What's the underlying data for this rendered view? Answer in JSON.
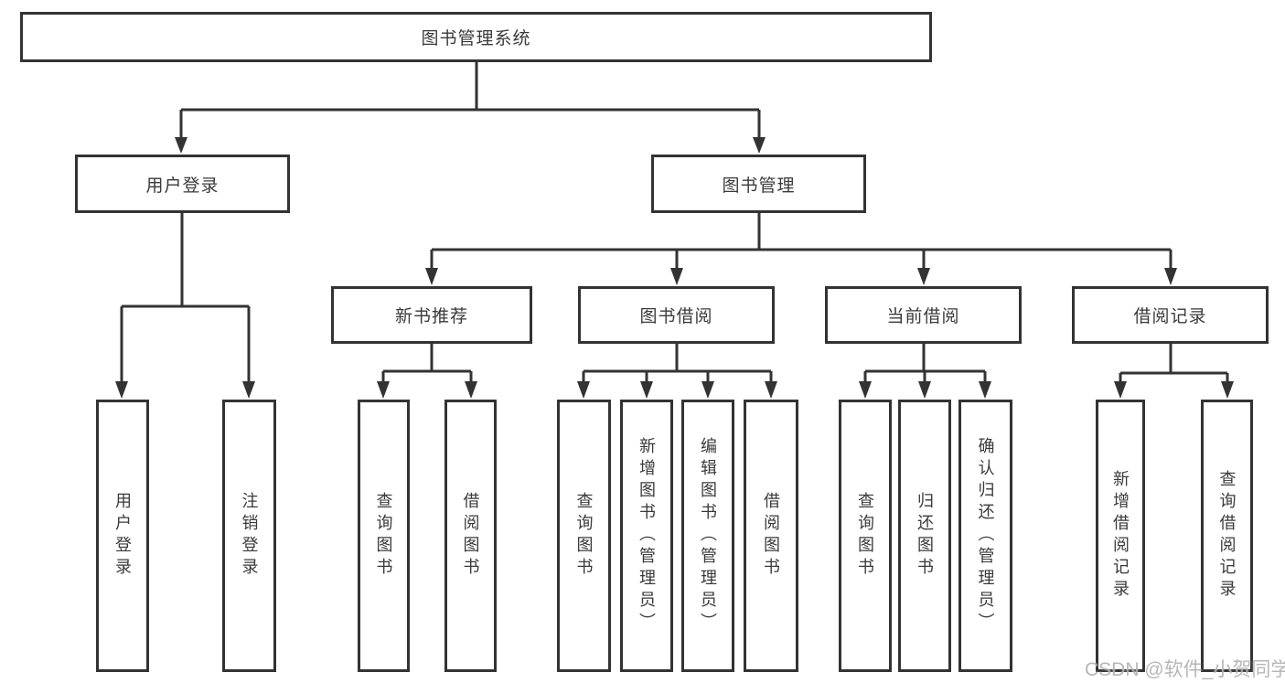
{
  "tree": {
    "root": {
      "label": "图书管理系统"
    },
    "branches": [
      {
        "label": "用户登录",
        "children": [
          {
            "label": "用户登录"
          },
          {
            "label": "注销登录"
          }
        ]
      },
      {
        "label": "图书管理",
        "children": [
          {
            "label": "新书推荐",
            "children": [
              {
                "label": "查询图书"
              },
              {
                "label": "借阅图书"
              }
            ]
          },
          {
            "label": "图书借阅",
            "children": [
              {
                "label": "查询图书"
              },
              {
                "label": "新增图书（管理员）"
              },
              {
                "label": "编辑图书（管理员）"
              },
              {
                "label": "借阅图书"
              }
            ]
          },
          {
            "label": "当前借阅",
            "children": [
              {
                "label": "查询图书"
              },
              {
                "label": "归还图书"
              },
              {
                "label": "确认归还（管理员）"
              }
            ]
          },
          {
            "label": "借阅记录",
            "children": [
              {
                "label": "新增借阅记录"
              },
              {
                "label": "查询借阅记录"
              }
            ]
          }
        ]
      }
    ]
  },
  "watermark": {
    "text": "CSDN @软件_小贺同学"
  },
  "colors": {
    "line": "#333333",
    "text": "#3a3a3a",
    "watermark": "#b1b1b1",
    "bg": "#ffffff"
  }
}
